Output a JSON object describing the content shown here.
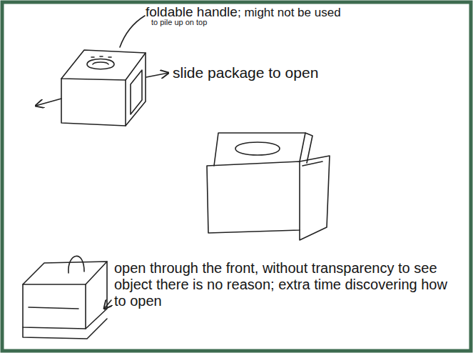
{
  "diagram": {
    "labels": [
      "foldable handle",
      "to pile up on top",
      "; might not be used",
      "slide package to open",
      "open through the front, without transparency to see object there is no reason; extra time discovering how to open"
    ]
  }
}
